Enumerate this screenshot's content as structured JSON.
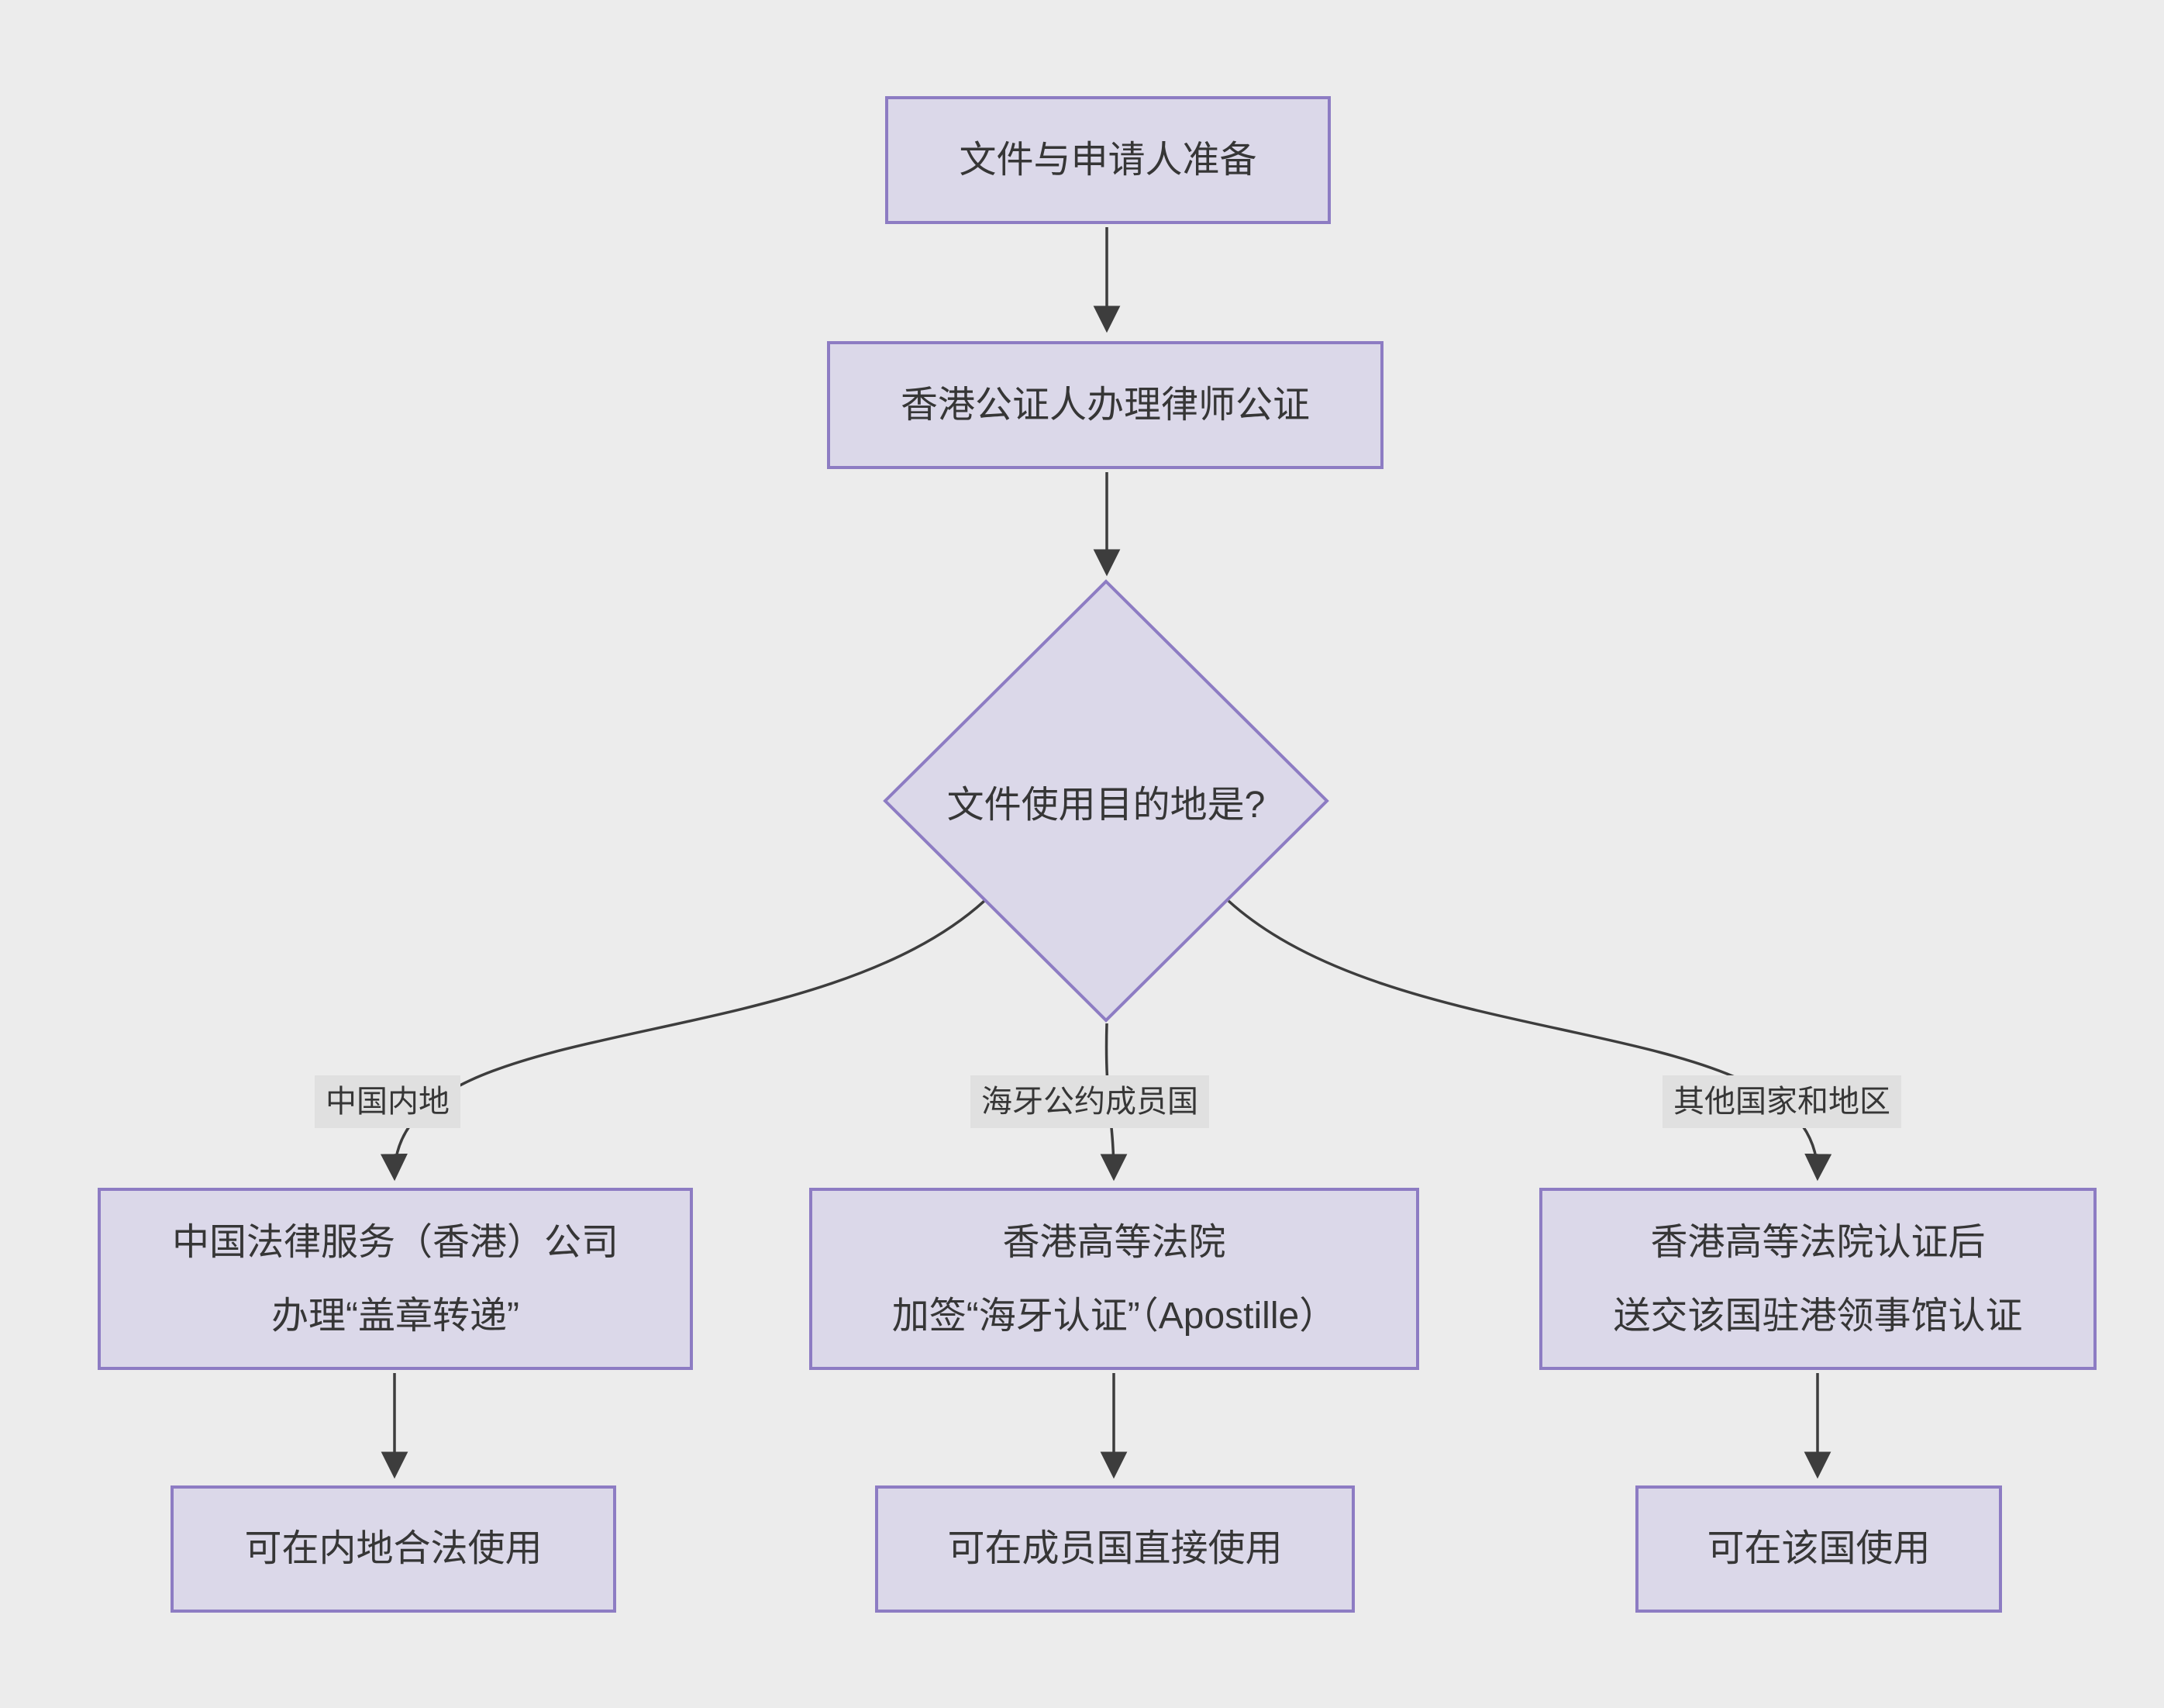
{
  "diagram": {
    "type": "flowchart",
    "colors": {
      "background": "#ececec",
      "node_fill": "#dbd8e9",
      "node_border": "#8d7cc3",
      "edge_line": "#3d3d3d",
      "text": "#363636",
      "edge_label_background": "#e0e0e0"
    },
    "nodes": {
      "prepare": {
        "label": "文件与申请人准备"
      },
      "notary": {
        "label": "香港公证人办理律师公证"
      },
      "decision": {
        "label": "文件使用目的地是?"
      },
      "mainland_process": {
        "line1": "中国法律服务（香港）公司",
        "line2": "办理“盖章转递”"
      },
      "hague_process": {
        "line1": "香港高等法院",
        "line2": "加签“海牙认证”（Apostille）"
      },
      "other_process": {
        "line1": "香港高等法院认证后",
        "line2": "送交该国驻港领事馆认证"
      },
      "mainland_result": {
        "label": "可在内地合法使用"
      },
      "hague_result": {
        "label": "可在成员国直接使用"
      },
      "other_result": {
        "label": "可在该国使用"
      }
    },
    "edge_labels": {
      "mainland": "中国内地",
      "hague": "海牙公约成员国",
      "other": "其他国家和地区"
    }
  }
}
